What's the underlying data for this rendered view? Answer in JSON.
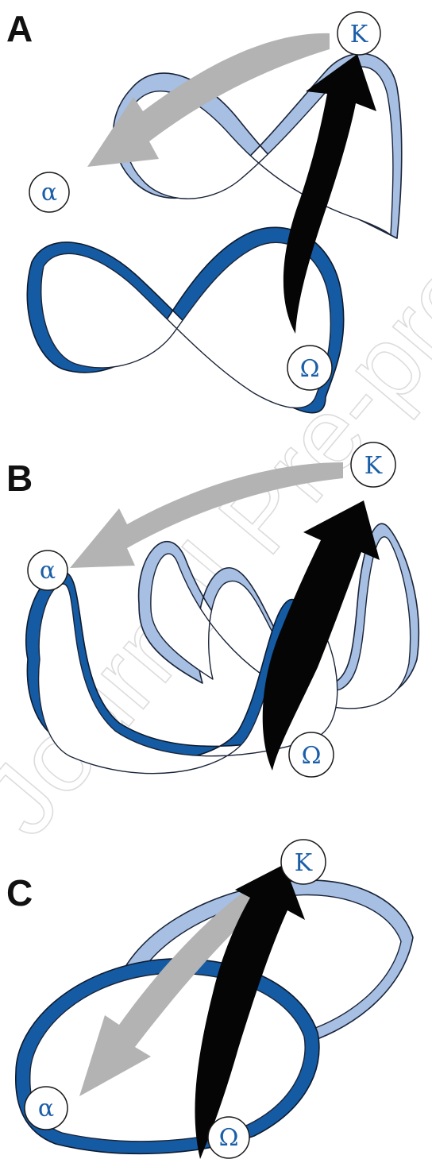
{
  "watermark_text": "Journal Pre-proof",
  "panels": [
    {
      "label": "A",
      "alpha": "α",
      "kappa": "K",
      "omega": "Ω"
    },
    {
      "label": "B",
      "alpha": "α",
      "kappa": "K",
      "omega": "Ω"
    },
    {
      "label": "C",
      "alpha": "α",
      "kappa": "K",
      "omega": "Ω"
    }
  ],
  "colors": {
    "dark_ribbon": "#155ba3",
    "light_ribbon": "#a6bfe3",
    "black_arrow": "#050505",
    "grey_arrow": "#b3b3b3",
    "symbol_text": "#1a5ea8"
  },
  "icons": [
    "dark-blue-ribbon",
    "light-blue-ribbon",
    "black-arrow",
    "grey-arrow"
  ]
}
